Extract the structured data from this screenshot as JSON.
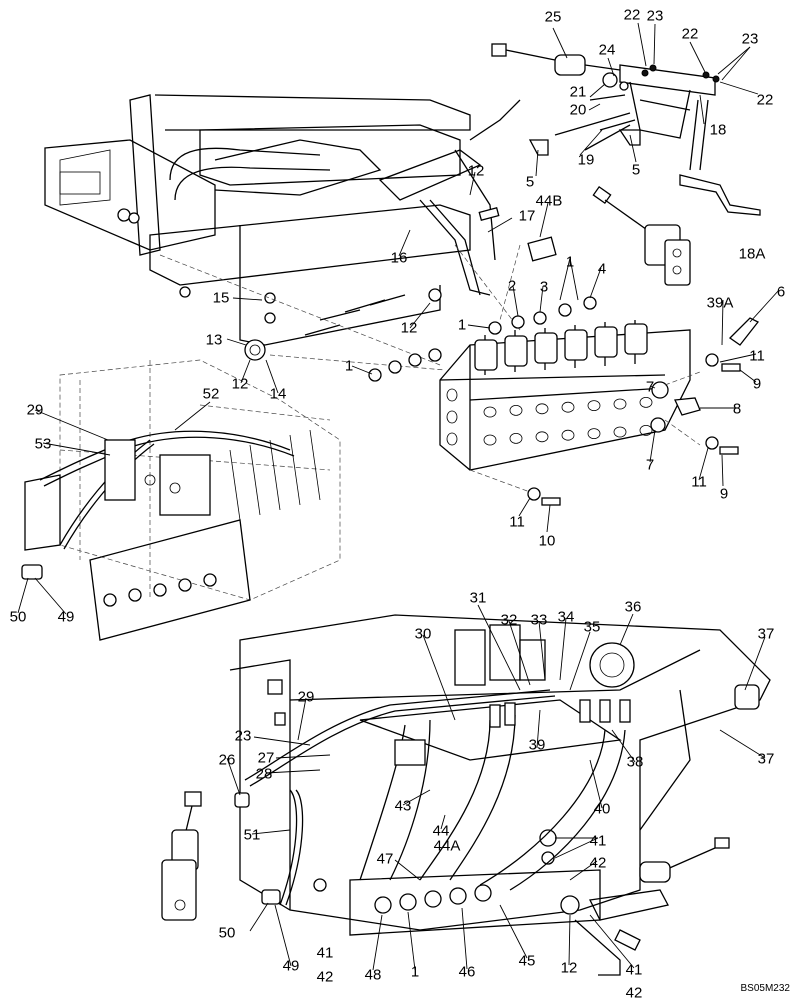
{
  "drawing": {
    "code": "BS05M232",
    "callouts": [
      {
        "id": "c25",
        "text": "25"
      },
      {
        "id": "c22a",
        "text": "22"
      },
      {
        "id": "c23a",
        "text": "23"
      },
      {
        "id": "c22b",
        "text": "22"
      },
      {
        "id": "c23b",
        "text": "23"
      },
      {
        "id": "c24",
        "text": "24"
      },
      {
        "id": "c21",
        "text": "21"
      },
      {
        "id": "c20",
        "text": "20"
      },
      {
        "id": "c22c",
        "text": "22"
      },
      {
        "id": "c18",
        "text": "18"
      },
      {
        "id": "c19",
        "text": "19"
      },
      {
        "id": "c5a",
        "text": "5"
      },
      {
        "id": "c5b",
        "text": "5"
      },
      {
        "id": "c18A",
        "text": "18A"
      },
      {
        "id": "c12a",
        "text": "12"
      },
      {
        "id": "c17",
        "text": "17"
      },
      {
        "id": "c44B",
        "text": "44B"
      },
      {
        "id": "c16",
        "text": "16"
      },
      {
        "id": "c1a",
        "text": "1"
      },
      {
        "id": "c4",
        "text": "4"
      },
      {
        "id": "c2",
        "text": "2"
      },
      {
        "id": "c3",
        "text": "3"
      },
      {
        "id": "c15",
        "text": "15"
      },
      {
        "id": "c12b",
        "text": "12"
      },
      {
        "id": "c1b",
        "text": "1"
      },
      {
        "id": "c39A",
        "text": "39A"
      },
      {
        "id": "c6",
        "text": "6"
      },
      {
        "id": "c13",
        "text": "13"
      },
      {
        "id": "c12c",
        "text": "12"
      },
      {
        "id": "c14",
        "text": "14"
      },
      {
        "id": "c1c",
        "text": "1"
      },
      {
        "id": "c11a",
        "text": "11"
      },
      {
        "id": "c9a",
        "text": "9"
      },
      {
        "id": "c7a",
        "text": "7"
      },
      {
        "id": "c8",
        "text": "8"
      },
      {
        "id": "c52",
        "text": "52"
      },
      {
        "id": "c29a",
        "text": "29"
      },
      {
        "id": "c53",
        "text": "53"
      },
      {
        "id": "c7b",
        "text": "7"
      },
      {
        "id": "c11b",
        "text": "11"
      },
      {
        "id": "c9b",
        "text": "9"
      },
      {
        "id": "c11c",
        "text": "11"
      },
      {
        "id": "c10",
        "text": "10"
      },
      {
        "id": "c50a",
        "text": "50"
      },
      {
        "id": "c49a",
        "text": "49"
      },
      {
        "id": "c31",
        "text": "31"
      },
      {
        "id": "c36",
        "text": "36"
      },
      {
        "id": "c32",
        "text": "32"
      },
      {
        "id": "c33",
        "text": "33"
      },
      {
        "id": "c34",
        "text": "34"
      },
      {
        "id": "c35",
        "text": "35"
      },
      {
        "id": "c30",
        "text": "30"
      },
      {
        "id": "c37a",
        "text": "37"
      },
      {
        "id": "c29b",
        "text": "29"
      },
      {
        "id": "c23c",
        "text": "23"
      },
      {
        "id": "c39",
        "text": "39"
      },
      {
        "id": "c27",
        "text": "27"
      },
      {
        "id": "c26",
        "text": "26"
      },
      {
        "id": "c28",
        "text": "28"
      },
      {
        "id": "c38",
        "text": "38"
      },
      {
        "id": "c37b",
        "text": "37"
      },
      {
        "id": "c40",
        "text": "40"
      },
      {
        "id": "c43",
        "text": "43"
      },
      {
        "id": "c51",
        "text": "51"
      },
      {
        "id": "c44",
        "text": "44"
      },
      {
        "id": "c44A",
        "text": "44A"
      },
      {
        "id": "c41a",
        "text": "41"
      },
      {
        "id": "c42a",
        "text": "42"
      },
      {
        "id": "c47",
        "text": "47"
      },
      {
        "id": "c50b",
        "text": "50"
      },
      {
        "id": "c49b",
        "text": "49"
      },
      {
        "id": "c41b",
        "text": "41"
      },
      {
        "id": "c42b",
        "text": "42"
      },
      {
        "id": "c48",
        "text": "48"
      },
      {
        "id": "c1d",
        "text": "1"
      },
      {
        "id": "c46",
        "text": "46"
      },
      {
        "id": "c45",
        "text": "45"
      },
      {
        "id": "c12d",
        "text": "12"
      },
      {
        "id": "c41c",
        "text": "41"
      },
      {
        "id": "c42c",
        "text": "42"
      }
    ]
  }
}
